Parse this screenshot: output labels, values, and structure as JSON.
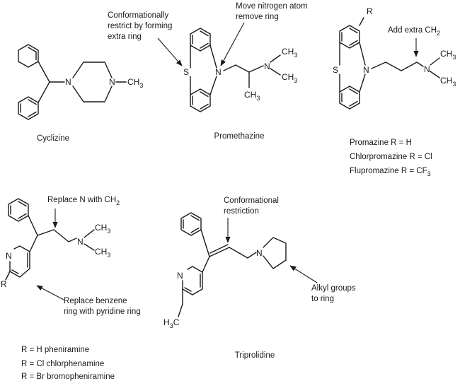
{
  "atoms": {
    "N": "N",
    "S": "S",
    "R": "R",
    "CH3": "CH",
    "sub3": "3",
    "H3C_prefix": "H",
    "H3C_sub": "3",
    "H3C_suffix": "C"
  },
  "annotations": {
    "conformational_restrict_1": "Conformationally",
    "conformational_restrict_2": "restrict by forming",
    "conformational_restrict_3": "extra ring",
    "move_nitrogen_1": "Move nitrogen atom",
    "move_nitrogen_2": "remove ring",
    "add_ch2_text": "Add extra CH",
    "add_ch2_sub": "2",
    "replace_n_text": "Replace N with CH",
    "replace_n_sub": "2",
    "replace_benzene_1": "Replace benzene",
    "replace_benzene_2": "ring with pyridine ring",
    "conformational_restriction_1": "Conformational",
    "conformational_restriction_2": "restriction",
    "alkyl_groups_1": "Alkyl groups",
    "alkyl_groups_2": "to ring"
  },
  "compounds": {
    "cyclizine": "Cyclizine",
    "promethazine": "Promethazine",
    "triprolidine": "Triprolidine",
    "promazine_list": [
      {
        "prefix": "Promazine R = H",
        "sub": ""
      },
      {
        "prefix": "Chlorpromazine R = Cl",
        "sub": ""
      },
      {
        "prefix": "Flupromazine R = CF",
        "sub": "3"
      }
    ],
    "pheniramine_list": [
      "R = H pheniramine",
      "R = Cl chlorphenamine",
      "R = Br bromopheniramine"
    ]
  }
}
